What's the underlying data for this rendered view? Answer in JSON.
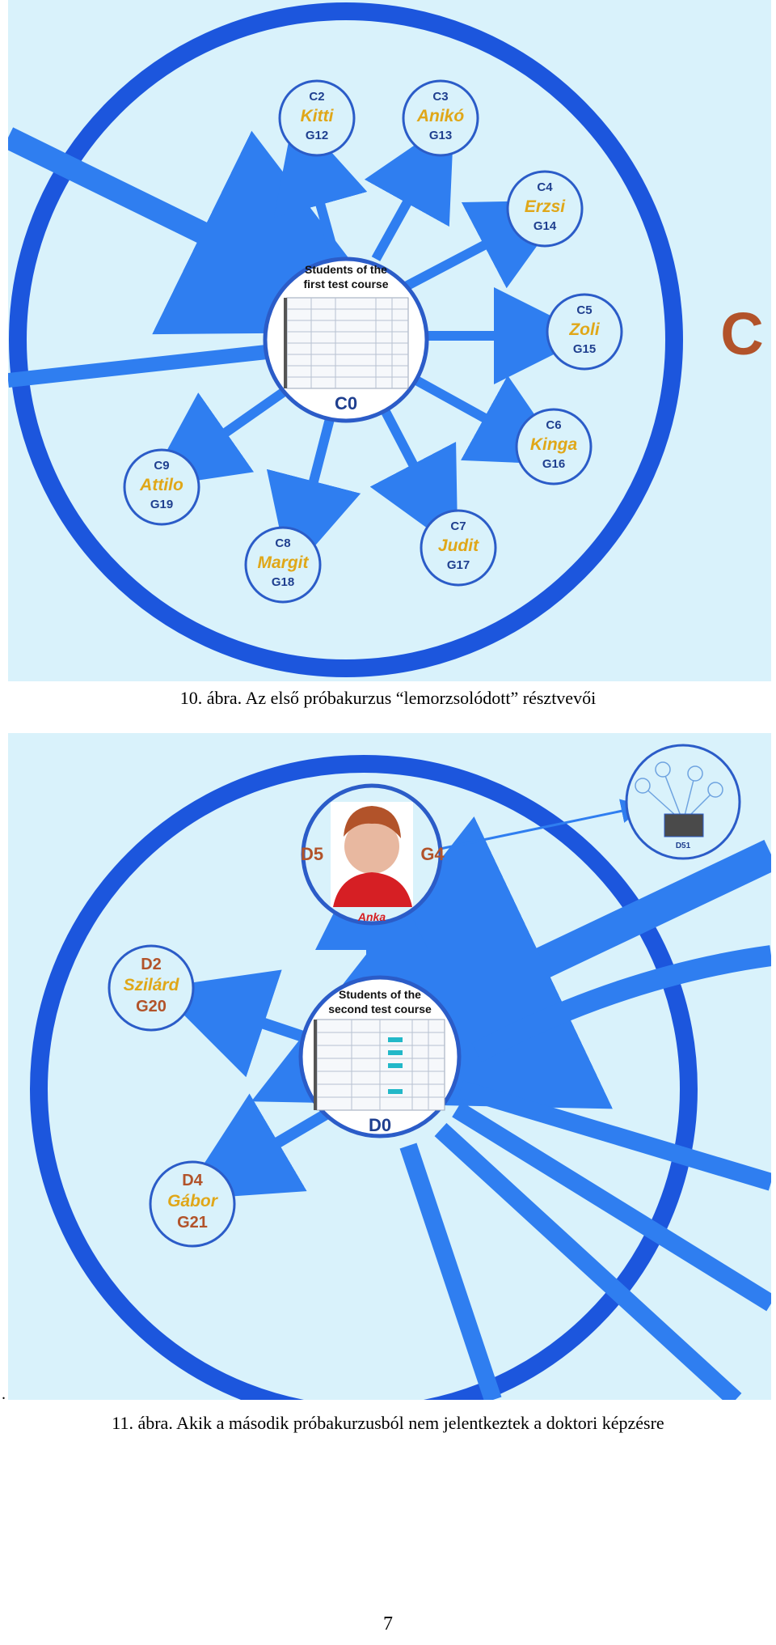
{
  "figure1": {
    "hub_title_line1": "Students of the",
    "hub_title_line2": "first test course",
    "hub_label": "C0",
    "outer_label": "C",
    "nodes": [
      {
        "id": "C2",
        "name": "Kitti",
        "group": "G12"
      },
      {
        "id": "C3",
        "name": "Anikó",
        "group": "G13"
      },
      {
        "id": "C4",
        "name": "Erzsi",
        "group": "G14"
      },
      {
        "id": "C5",
        "name": "Zoli",
        "group": "G15"
      },
      {
        "id": "C6",
        "name": "Kinga",
        "group": "G16"
      },
      {
        "id": "C7",
        "name": "Judit",
        "group": "G17"
      },
      {
        "id": "C8",
        "name": "Margit",
        "group": "G18"
      },
      {
        "id": "C9",
        "name": "Attilo",
        "group": "G19"
      }
    ],
    "caption": "10. ábra. Az első próbakurzus “lemorzsolódott” résztvevői"
  },
  "figure2": {
    "hub_title_line1": "Students of the",
    "hub_title_line2": "second test course",
    "hub_label": "D0",
    "photo_left_label": "D5",
    "photo_right_label": "G4",
    "photo_name": "Anka",
    "side_node_label": "D51",
    "nodes": [
      {
        "id": "D2",
        "name": "Szilárd",
        "group": "G20"
      },
      {
        "id": "D4",
        "name": "Gábor",
        "group": "G21"
      }
    ],
    "caption": "11. ábra. Akik a második próbakurzusból nem jelentkeztek a doktori képzésre"
  },
  "dot": ".",
  "page_number": "7",
  "colors": {
    "background": "#d9f2fb",
    "ring": "#1c56dd",
    "arrow": "#2f7ef0",
    "node_border": "#2b5cc8",
    "name": "#e0a718",
    "outer_label": "#b2532a"
  }
}
